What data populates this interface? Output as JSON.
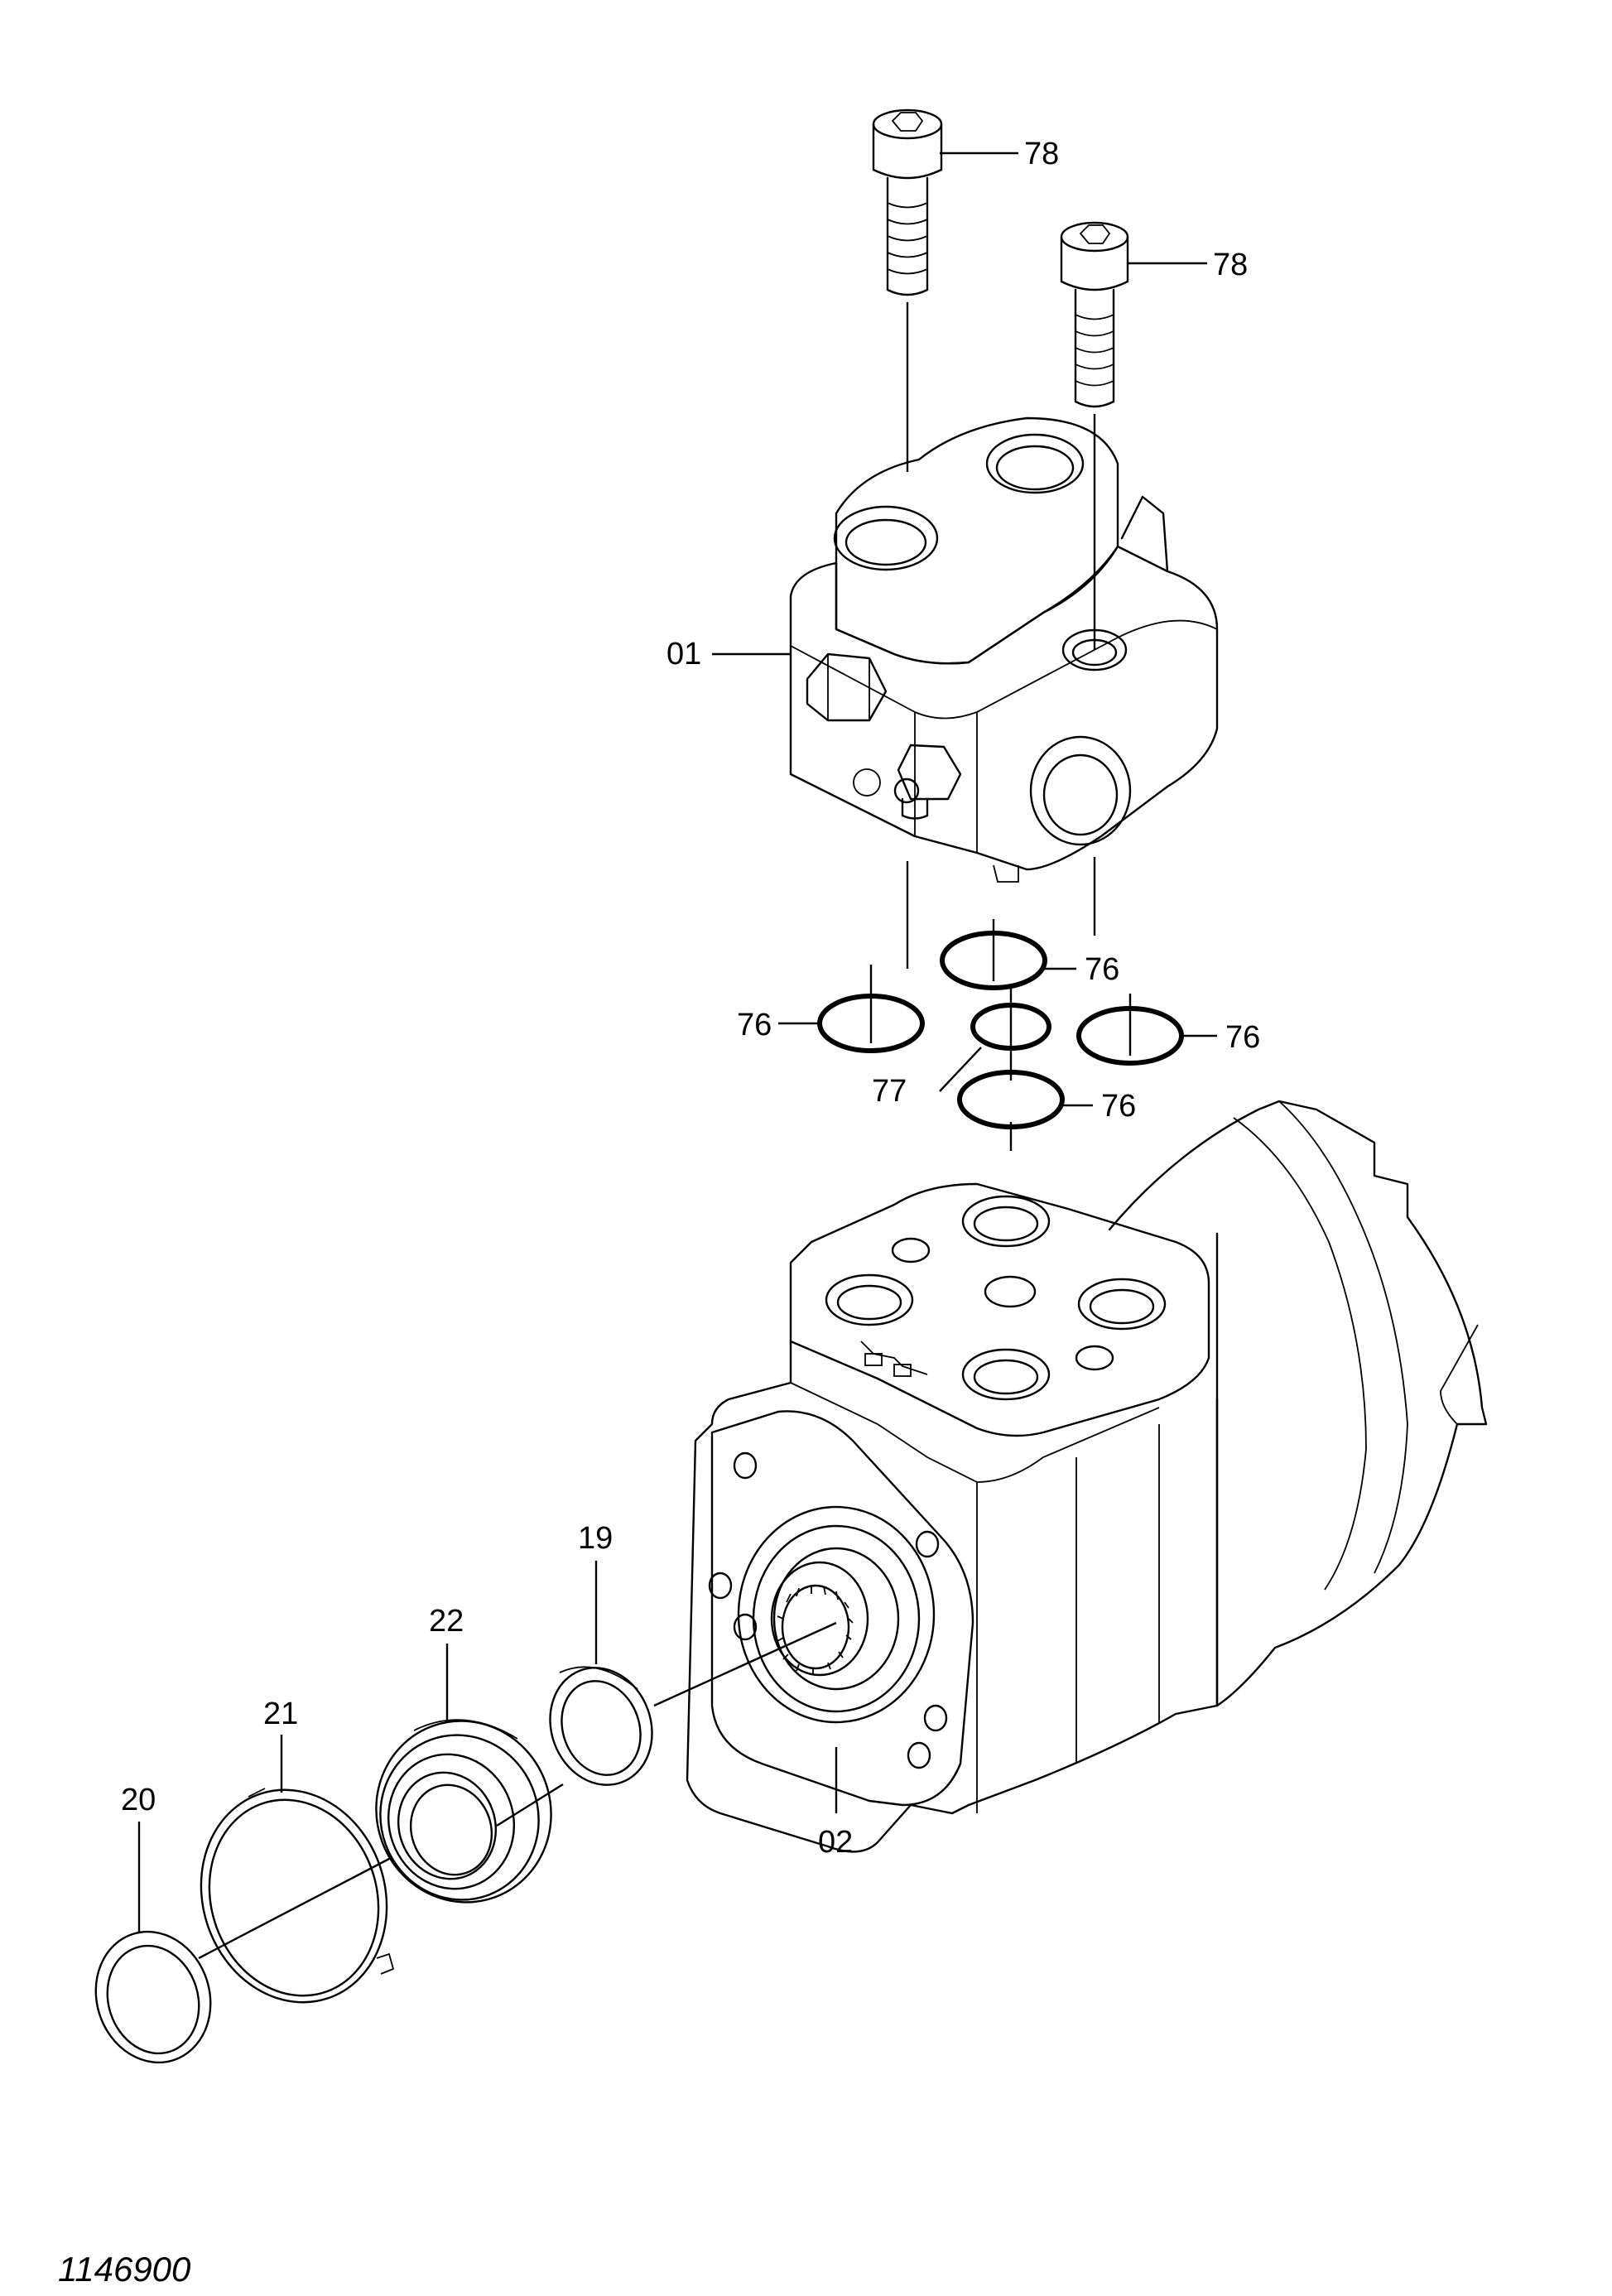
{
  "callouts": {
    "p01": "01",
    "p02": "02",
    "p19": "19",
    "p20": "20",
    "p21": "21",
    "p22": "22",
    "p76": "76",
    "p77": "77",
    "p78": "78"
  },
  "figure_number": "1146900"
}
